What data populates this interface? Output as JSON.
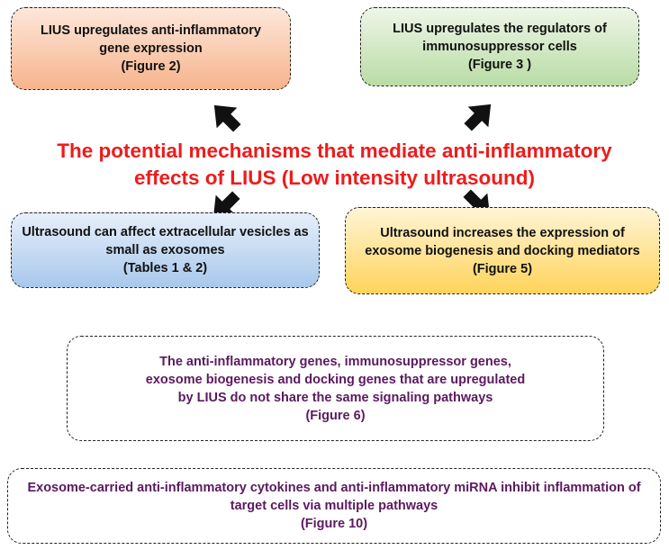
{
  "title": {
    "line1": "The potential mechanisms that mediate anti-inflammatory",
    "line2": "effects of LIUS (Low intensity ultrasound)",
    "color": "#ee1b1b"
  },
  "boxes": {
    "top_left": {
      "lines": [
        "LIUS upregulates anti-inflammatory",
        "gene expression",
        "(Figure 2)"
      ]
    },
    "top_right": {
      "lines": [
        "LIUS upregulates the regulators of",
        "immunosuppressor cells",
        "(Figure 3 )"
      ]
    },
    "mid_left": {
      "lines": [
        "Ultrasound can affect extracellular vesicles as",
        "small as exosomes",
        "(Tables 1 & 2)"
      ]
    },
    "mid_right": {
      "lines": [
        "Ultrasound increases the expression of",
        "exosome biogenesis and docking mediators",
        "(Figure 5)"
      ]
    },
    "bottom_1": {
      "lines": [
        "The anti-inflammatory genes, immunosuppressor genes,",
        "exosome biogenesis and docking genes that are upregulated",
        "by LIUS do not share the same signaling pathways",
        "(Figure 6)"
      ]
    },
    "bottom_2": {
      "lines": [
        "Exosome-carried anti-inflammatory cytokines and anti-inflammatory miRNA inhibit inflammation of",
        "target cells via multiple pathways",
        "(Figure 10)"
      ]
    }
  },
  "colors": {
    "bottom_text": "#5b1a5f",
    "arrow": "#111111"
  }
}
